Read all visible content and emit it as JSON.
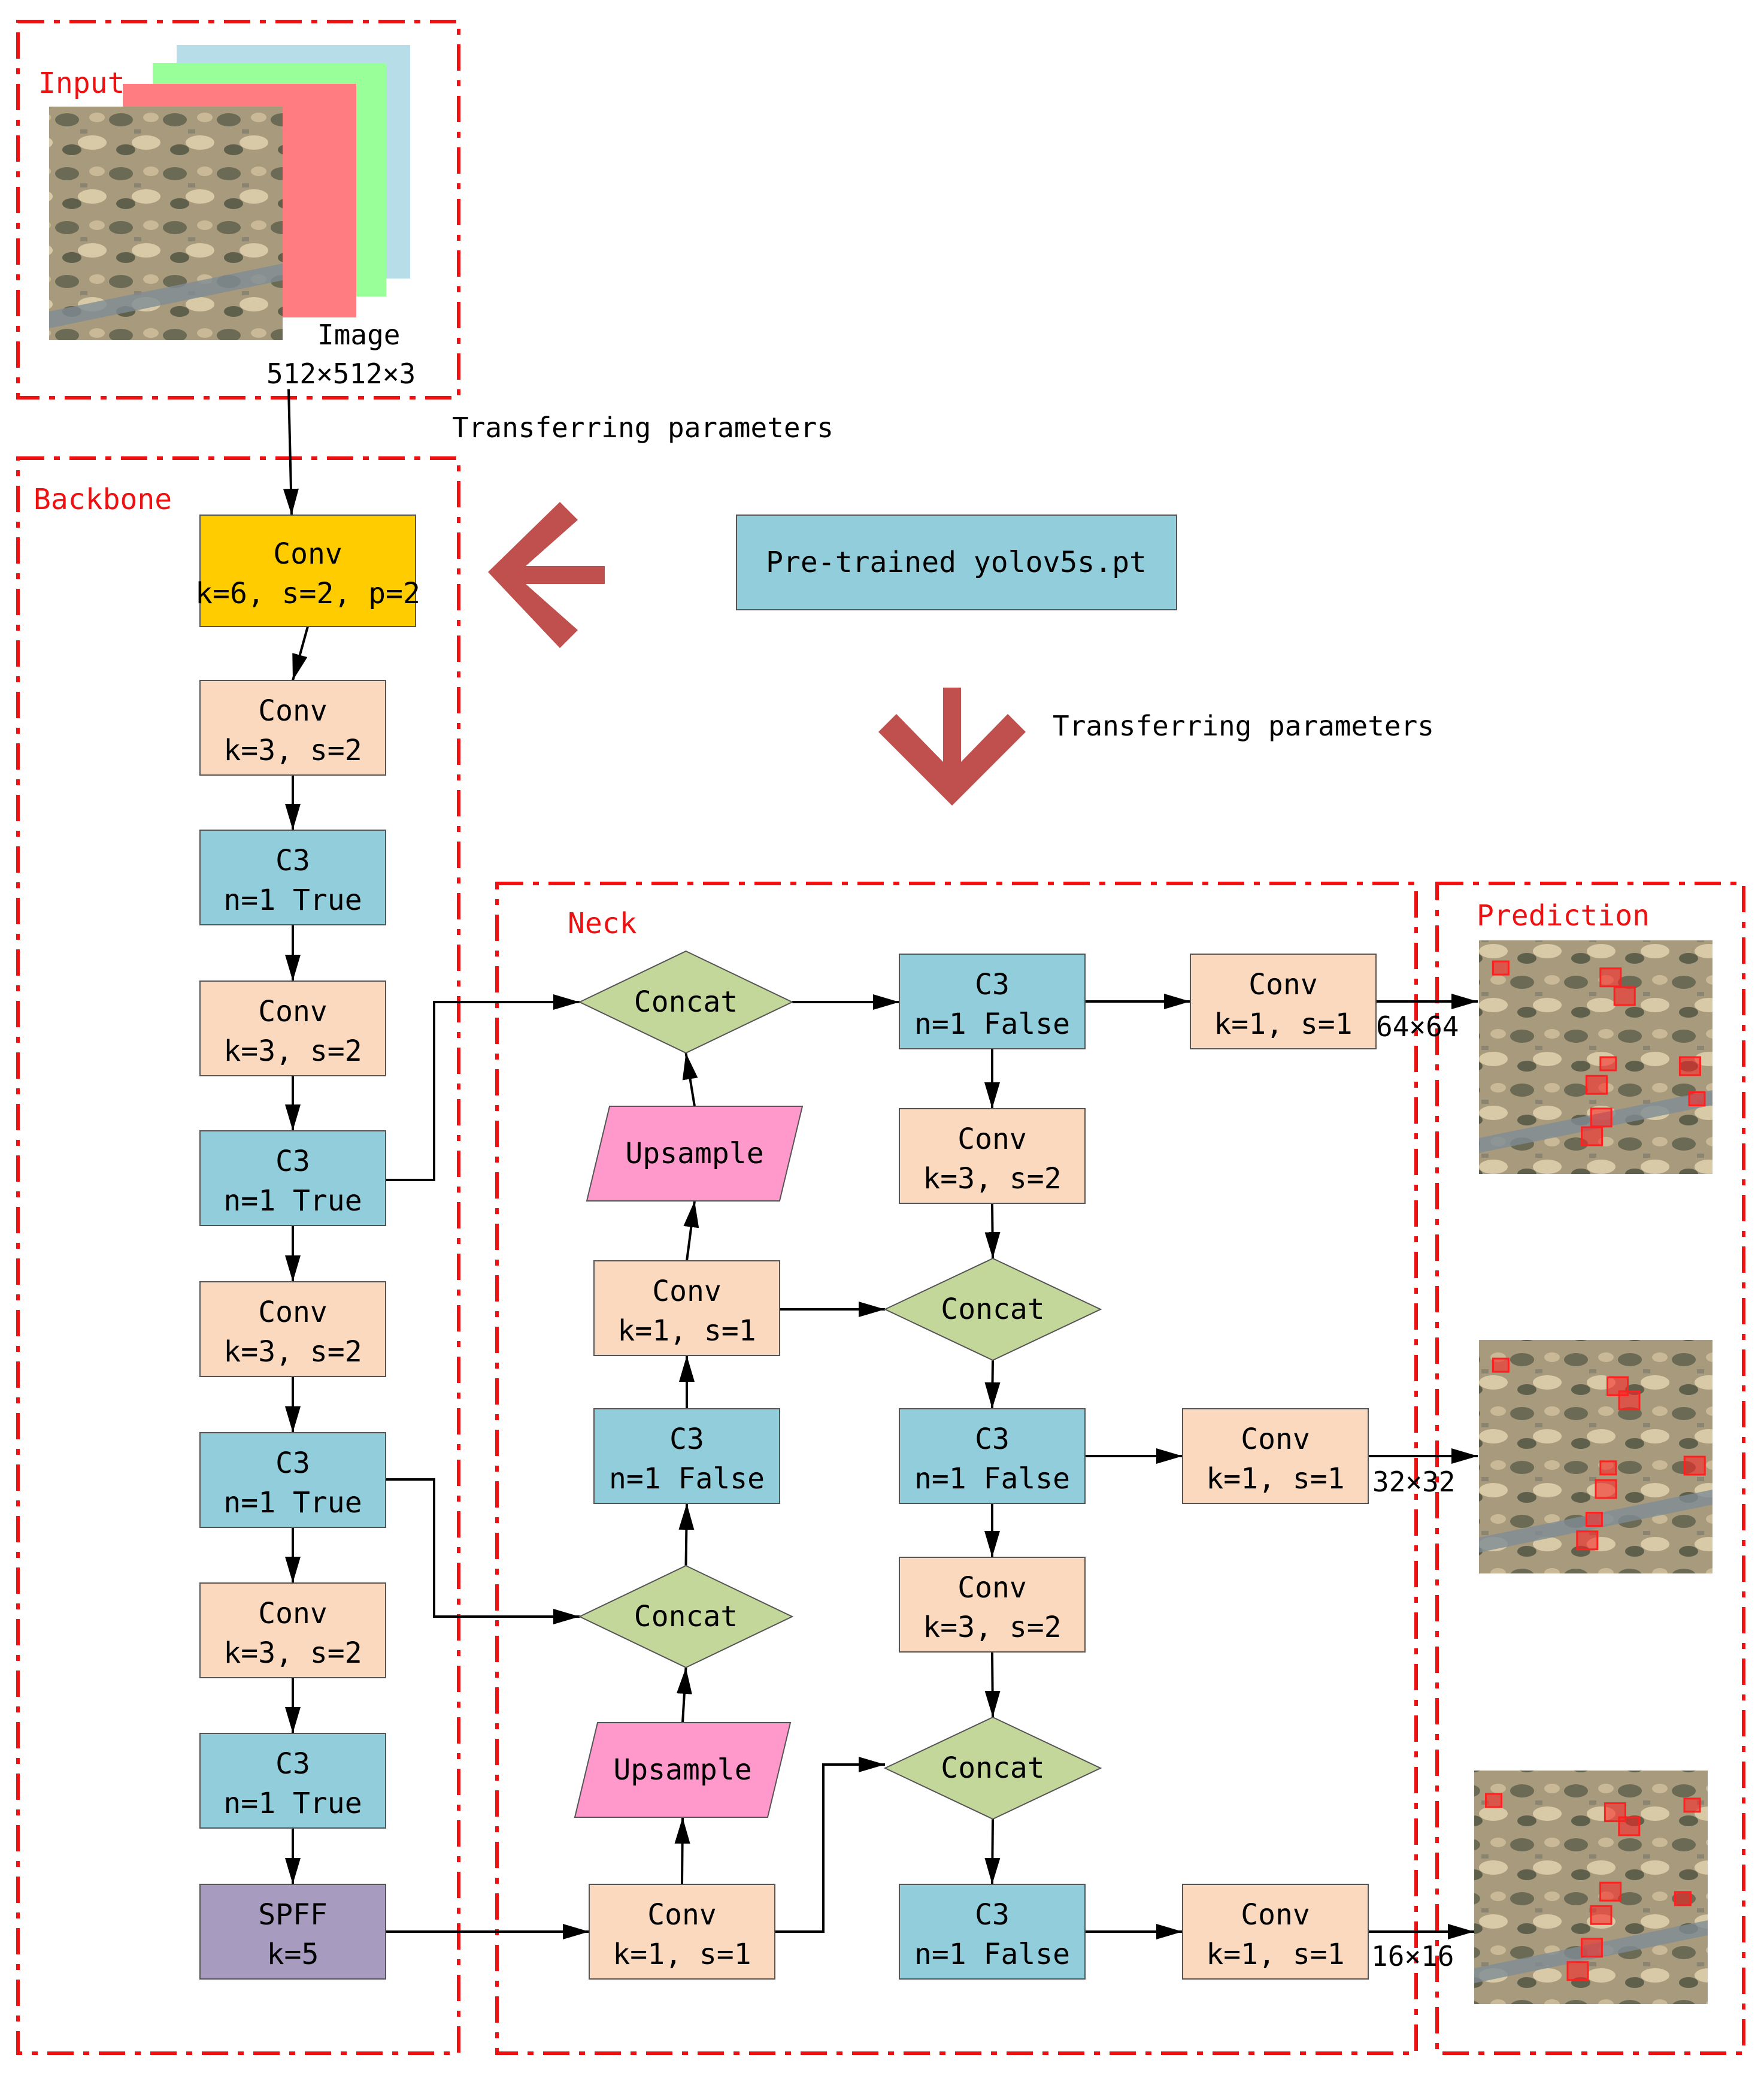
{
  "colors": {
    "frame": "#ee1111",
    "section_label": "#ee1111",
    "conv_first": "#ffcc00",
    "conv": "#fad9bf",
    "c3": "#92cddc",
    "spff": "#a79bc0",
    "concat": "#c4d79b",
    "upsample": "#ff99cc",
    "pretrained": "#92cddc",
    "transfer_arrow": "#c0504d",
    "detection_box": "#ff2020",
    "channel_red": "#ff7c80",
    "channel_green": "#99ff99",
    "channel_blue": "#b7dde8"
  },
  "sections": {
    "input": "Input",
    "backbone": "Backbone",
    "neck": "Neck",
    "prediction": "Prediction"
  },
  "input": {
    "image_label": "Image",
    "image_size": "512×512×3",
    "image_icon": "satellite-image-icon"
  },
  "transfer": {
    "label_top": "Transferring parameters",
    "label_bottom": "Transferring parameters",
    "pretrained": "Pre-trained yolov5s.pt",
    "arrow_icon": "thick-arrow-icon"
  },
  "backbone": [
    {
      "id": "b1",
      "l1": "Conv",
      "l2": "k=6, s=2, p=2"
    },
    {
      "id": "b2",
      "l1": "Conv",
      "l2": "k=3, s=2"
    },
    {
      "id": "b3",
      "l1": "C3",
      "l2": "n=1 True"
    },
    {
      "id": "b4",
      "l1": "Conv",
      "l2": "k=3, s=2"
    },
    {
      "id": "b5",
      "l1": "C3",
      "l2": "n=1 True"
    },
    {
      "id": "b6",
      "l1": "Conv",
      "l2": "k=3, s=2"
    },
    {
      "id": "b7",
      "l1": "C3",
      "l2": "n=1 True"
    },
    {
      "id": "b8",
      "l1": "Conv",
      "l2": "k=3, s=2"
    },
    {
      "id": "b9",
      "l1": "C3",
      "l2": "n=1 True"
    },
    {
      "id": "b10",
      "l1": "SPFF",
      "l2": "k=5"
    }
  ],
  "neck": {
    "concat1": "Concat",
    "up1": "Upsample",
    "conv1": {
      "l1": "Conv",
      "l2": "k=1, s=1"
    },
    "c3a": {
      "l1": "C3",
      "l2": "n=1 False"
    },
    "concat2": "Concat",
    "up2": "Upsample",
    "conv2": {
      "l1": "Conv",
      "l2": "k=1, s=1"
    },
    "c3b": {
      "l1": "C3",
      "l2": "n=1 False"
    },
    "conv3": {
      "l1": "Conv",
      "l2": "k=3, s=2"
    },
    "concat3": "Concat",
    "c3c": {
      "l1": "C3",
      "l2": "n=1 False"
    },
    "conv4": {
      "l1": "Conv",
      "l2": "k=3, s=2"
    },
    "concat4": "Concat",
    "c3d": {
      "l1": "C3",
      "l2": "n=1 False"
    }
  },
  "heads": [
    {
      "id": "h1",
      "l1": "Conv",
      "l2": "k=1, s=1",
      "size": "64×64"
    },
    {
      "id": "h2",
      "l1": "Conv",
      "l2": "k=1, s=1",
      "size": "32×32"
    },
    {
      "id": "h3",
      "l1": "Conv",
      "l2": "k=1, s=1",
      "size": "16×16"
    }
  ],
  "prediction": {
    "image_icon": "detection-result-image-icon"
  }
}
